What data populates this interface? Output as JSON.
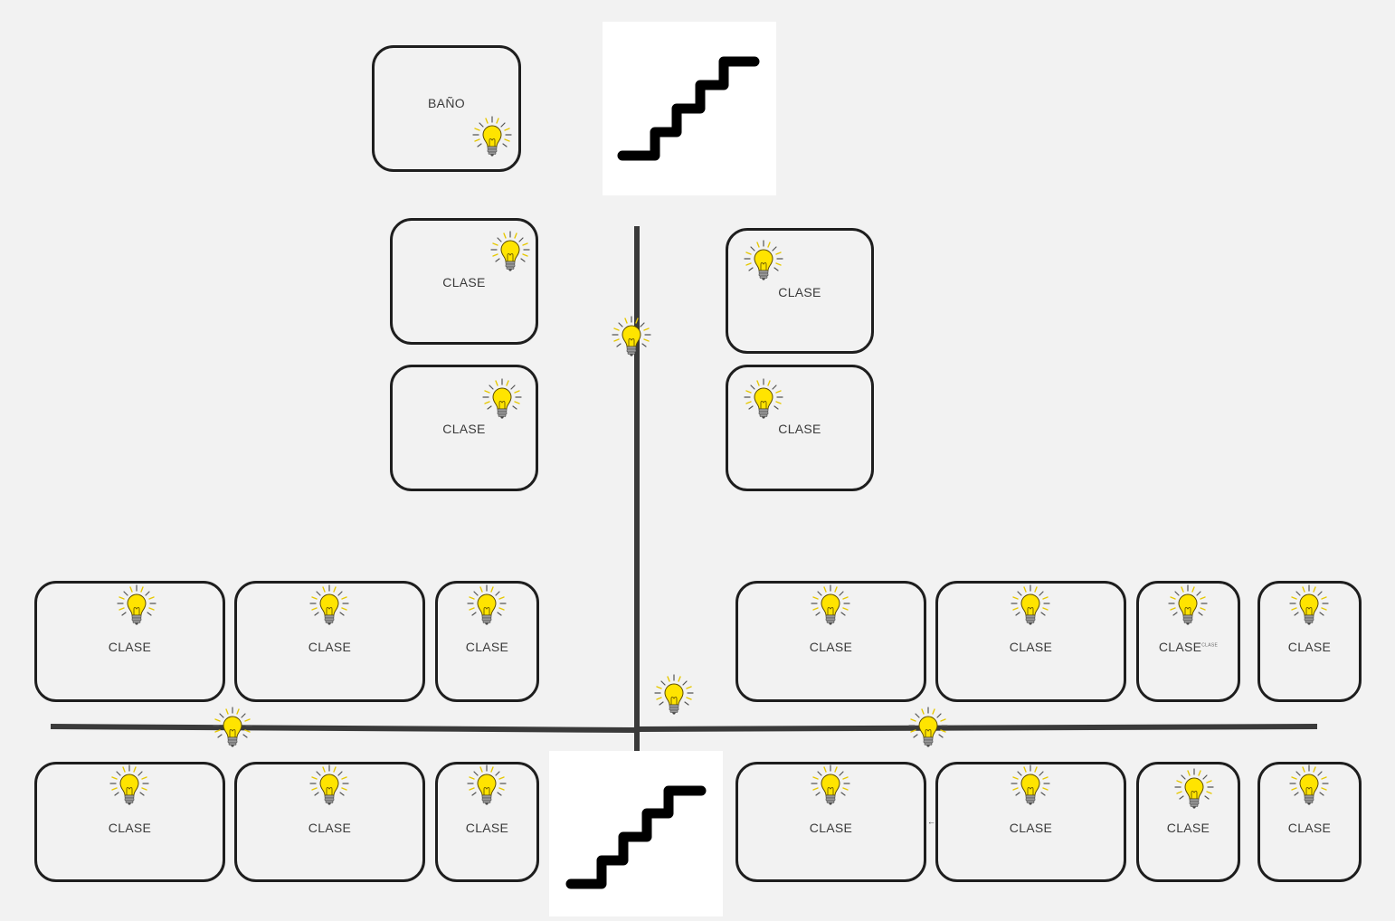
{
  "rooms": [
    {
      "label": "BAÑO"
    },
    {
      "label": "CLASE"
    },
    {
      "label": "CLASE"
    },
    {
      "label": "CLASE"
    },
    {
      "label": "CLASE"
    },
    {
      "label": "CLASE"
    },
    {
      "label": "CLASE"
    },
    {
      "label": "CLASE"
    },
    {
      "label": "CLASE"
    },
    {
      "label": "CLASE"
    },
    {
      "label": "CLASE",
      "superscript": "CLASE"
    },
    {
      "label": "CLASE"
    },
    {
      "label": "CLASE"
    },
    {
      "label": "CLASE"
    },
    {
      "label": "CLASE"
    },
    {
      "label": "CLASE"
    },
    {
      "label": "CLASE"
    },
    {
      "label": "CLASE"
    },
    {
      "label": "CLASE"
    }
  ],
  "icons": {
    "light": "lightbulb-icon",
    "stairs": "stairs-icon"
  },
  "colors": {
    "background": "#f2f2f2",
    "wall": "#1e1e1e",
    "corridor": "#3a3a3a",
    "bulb": "#ffe400",
    "stairs": "#000000"
  }
}
